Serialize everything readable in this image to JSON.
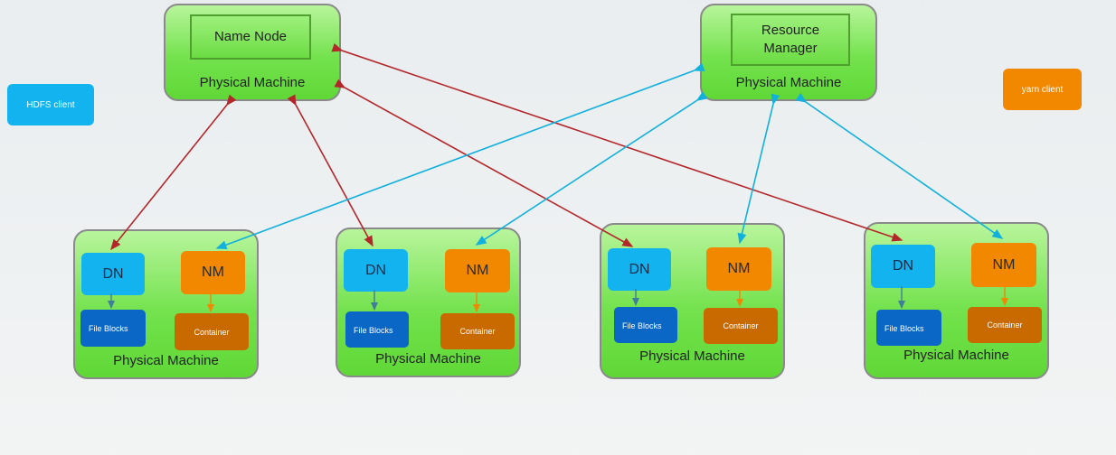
{
  "clients": {
    "hdfs": "HDFS client",
    "yarn": "yarn client"
  },
  "masters": {
    "namenode": "Name Node",
    "resource_manager": "Resource Manager",
    "machine_label": "Physical Machine"
  },
  "workers": [
    {
      "dn": "DN",
      "nm": "NM",
      "blocks": "File Blocks",
      "container": "Container",
      "machine_label": "Physical Machine"
    },
    {
      "dn": "DN",
      "nm": "NM",
      "blocks": "File Blocks",
      "container": "Container",
      "machine_label": "Physical Machine"
    },
    {
      "dn": "DN",
      "nm": "NM",
      "blocks": "File Blocks",
      "container": "Container",
      "machine_label": "Physical Machine"
    },
    {
      "dn": "DN",
      "nm": "NM",
      "blocks": "File Blocks",
      "container": "Container",
      "machine_label": "Physical Machine"
    }
  ],
  "colors": {
    "hdfs_link": "#b3272b",
    "yarn_link": "#12b0dc",
    "internal_dn_link": "#3f7e9a",
    "internal_nm_link": "#f28700"
  },
  "edges": [
    {
      "from": "namenode",
      "to": "worker-1-dn",
      "type": "hdfs"
    },
    {
      "from": "namenode",
      "to": "worker-2-dn",
      "type": "hdfs"
    },
    {
      "from": "namenode",
      "to": "worker-3-dn",
      "type": "hdfs"
    },
    {
      "from": "namenode",
      "to": "worker-4-dn",
      "type": "hdfs"
    },
    {
      "from": "resource-manager",
      "to": "worker-1-nm",
      "type": "yarn"
    },
    {
      "from": "resource-manager",
      "to": "worker-2-nm",
      "type": "yarn"
    },
    {
      "from": "resource-manager",
      "to": "worker-3-nm",
      "type": "yarn"
    },
    {
      "from": "resource-manager",
      "to": "worker-4-nm",
      "type": "yarn"
    }
  ]
}
